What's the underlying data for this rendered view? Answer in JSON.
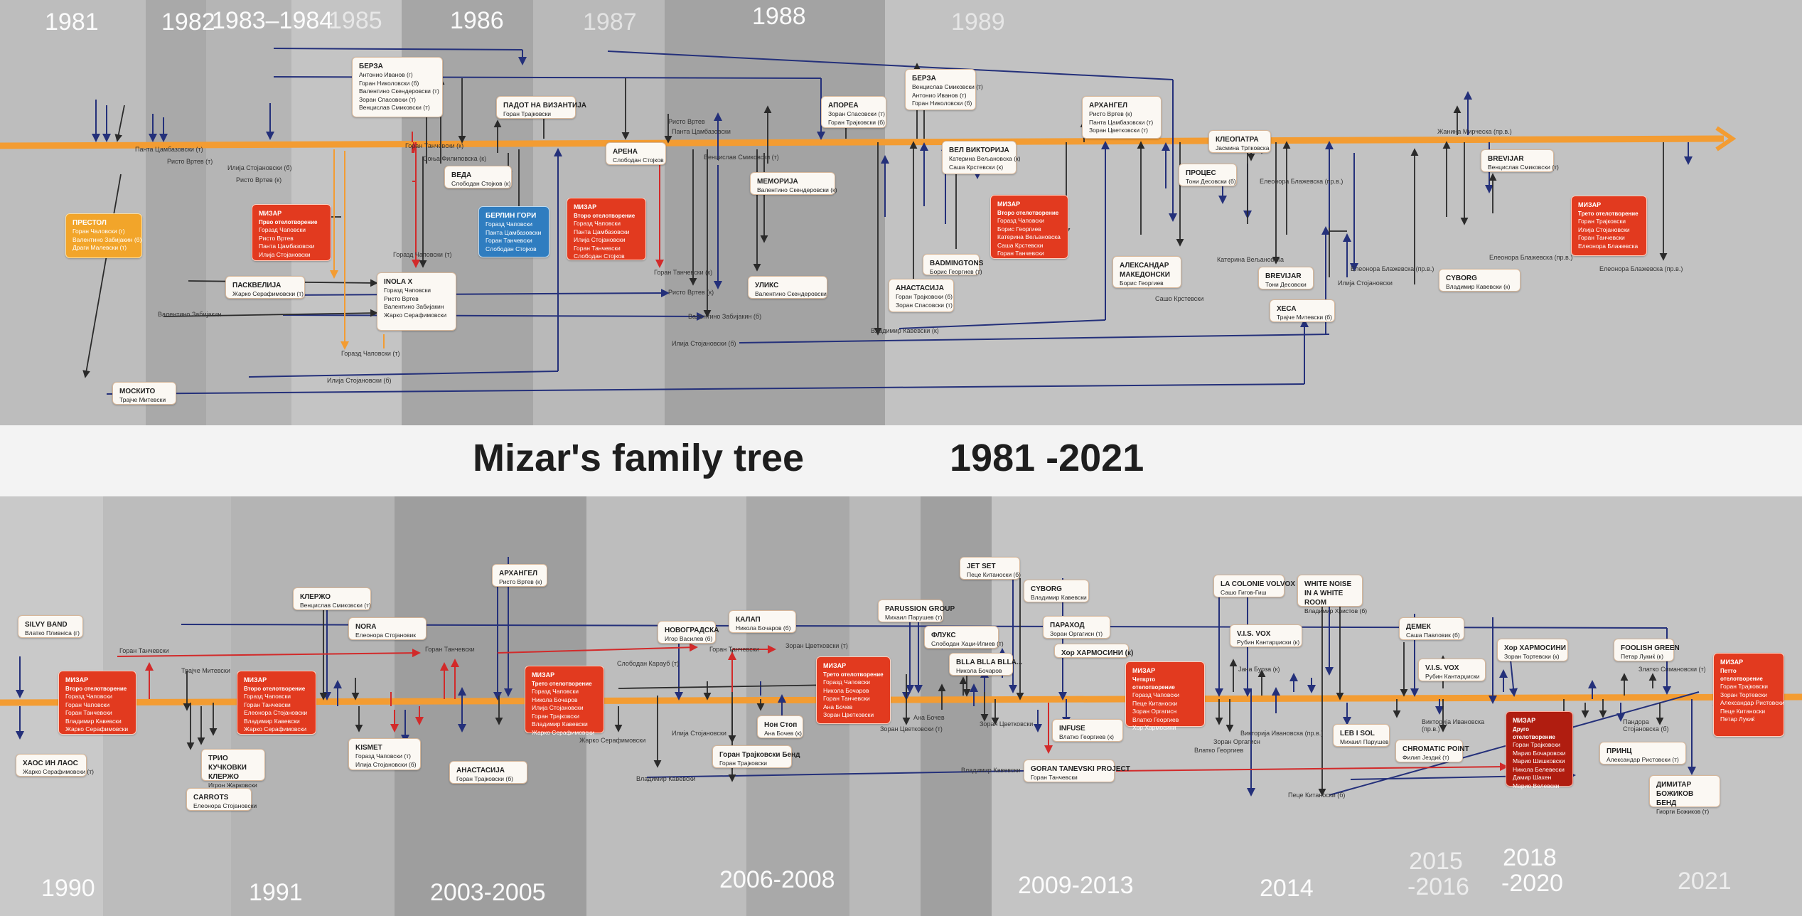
{
  "title": "Mizar's family tree",
  "years_range": "1981 -2021",
  "colors": {
    "timeline": "#f39c32",
    "red": "#e23a1f",
    "orange": "#f2a52a",
    "blue": "#2f7dc0",
    "line_dark": "#2a2a2a",
    "line_navy": "#24307a",
    "line_red": "#d22a2a"
  },
  "top": {
    "years": [
      "1981",
      "1982",
      "1983–1984",
      "1985",
      "1986",
      "1987",
      "1988",
      "1989"
    ],
    "boxes": [
      {
        "title": "ПРЕСТОЛ",
        "members": [
          "Горан Чаловски (г)",
          "Валентино Забијакин (б)",
          "Драги Малевски (т)"
        ],
        "kind": "orange"
      },
      {
        "title": "МИЗАР",
        "subtitle": "Прво отелотворение",
        "members": [
          "Горазд Чаповски",
          "Ристо Вртев",
          "Панта Цамбазовски",
          "Илија Стојановски"
        ],
        "kind": "red"
      },
      {
        "title": "БЕРЗА",
        "members": [
          "Антонио Иванов (г)",
          "Горан Николовски (б)",
          "Валентино Скендеровски (т)",
          "Зоран Спасовски (т)",
          "Венцислав Смиковски (т)"
        ],
        "kind": "white"
      },
      {
        "title": "ВЕДА",
        "members": [
          "Слободан Стојков (к)"
        ],
        "kind": "white"
      },
      {
        "title": "ПАСКВЕЛИЈА",
        "members": [
          "Жарко Серафимовски (т)"
        ],
        "kind": "white"
      },
      {
        "title": "INOLA X",
        "members": [
          "Горазд Чаповски",
          "Ристо Вртев",
          "Валентино Забијакин",
          "Жарко Серафимовски"
        ],
        "kind": "white"
      },
      {
        "title": "БЕРЛИН ГОРИ",
        "members": [
          "Горазд Чаповски",
          "Панта Цамбазовски",
          "Горан Танчевски",
          "Слободан Стојков"
        ],
        "kind": "blue"
      },
      {
        "title": "ПАДОТ НА ВИЗАНТИЈА",
        "members": [
          "Горан Трајковски"
        ],
        "kind": "white"
      },
      {
        "title": "МИЗАР",
        "subtitle": "Второ отелотворение",
        "members": [
          "Горазд Чаповски",
          "Панта Цамбазовски",
          "Илија Стојановски",
          "Горан Танчевски",
          "Слободан Стојков"
        ],
        "kind": "red"
      },
      {
        "title": "АРЕНА",
        "members": [
          "Слободан Стојков"
        ],
        "kind": "white"
      },
      {
        "title": "МЕМОРИЈА",
        "members": [
          "Валентино Скендеровски (к)"
        ],
        "kind": "white"
      },
      {
        "title": "УЛИКС",
        "members": [
          "Валентино Скендеровски"
        ],
        "kind": "white"
      },
      {
        "title": "АПОРЕА",
        "members": [
          "Зоран Спасовски (т)",
          "Горан Трајковски (б)"
        ],
        "kind": "white"
      },
      {
        "title": "БЕРЗА",
        "members": [
          "Венцислав Смиковски (т)",
          "Антонио Иванов (т)",
          "Горан Николовски (б)"
        ],
        "kind": "white"
      },
      {
        "title": "ВЕЛ ВИКТОРИЈА",
        "members": [
          "Катерина Вељановска (к)",
          "Саша Крстевски (к)"
        ],
        "kind": "white"
      },
      {
        "title": "BADMINGTONS",
        "members": [
          "Борис Георгиев (т)"
        ],
        "kind": "white"
      },
      {
        "title": "АНАСТАСИЈА",
        "members": [
          "Горан Трајковски (б)",
          "Зоран Спасовски (т)"
        ],
        "kind": "white"
      },
      {
        "title": "МИЗАР",
        "subtitle": "Второ отелотворение",
        "members": [
          "Горазд Чаповски",
          "Борис Георгиев",
          "Катерина Вељановска",
          "Саша Крстевски",
          "Горан Танчевски"
        ],
        "kind": "red"
      },
      {
        "title": "АРХАНГЕЛ",
        "members": [
          "Ристо Вртев (к)",
          "Панта Цамбазовски (т)",
          "Зоран Цветковски (т)"
        ],
        "kind": "white"
      },
      {
        "title": "АЛЕКСАНДАР МАКЕДОНСКИ",
        "members": [
          "Борис Георгиев"
        ],
        "kind": "white"
      },
      {
        "title": "КЛЕОПАТРА",
        "members": [
          "Јасмина Трпковска"
        ],
        "kind": "white"
      },
      {
        "title": "ПРОЦЕС",
        "members": [
          "Тони Десовски (б)"
        ],
        "kind": "white"
      },
      {
        "title": "BREVIJAR",
        "members": [
          "Тони Десовски"
        ],
        "kind": "white"
      },
      {
        "title": "ХЕСА",
        "members": [
          "Трајче Митевски (б)"
        ],
        "kind": "white"
      },
      {
        "title": "BREVIJAR",
        "members": [
          "Венцислав Смиковски (т)"
        ],
        "kind": "white"
      },
      {
        "title": "CYBORG",
        "members": [
          "Владимир Кавевски (к)"
        ],
        "kind": "white"
      },
      {
        "title": "МИЗАР",
        "subtitle": "Трето отелотворение",
        "members": [
          "Горан Трајковски",
          "Илија Стојановски",
          "Горан Танчевски",
          "Елеонора Блажевска"
        ],
        "kind": "red"
      },
      {
        "title": "МОСКИТО",
        "members": [
          "Трајче Митевски"
        ],
        "kind": "white"
      }
    ],
    "labels": [
      "Панта Цамбазовски (т)",
      "Ристо Вртев (т)",
      "Илија Стојановски (б)",
      "Ристо Вртев (к)",
      "Горан Танчевски (к)",
      "Соња Филиповска (к)",
      "Горазд Чаповски (т)",
      "Валентино Забијакин",
      "Горазд Чаповски (т)",
      "Илија Стојановски (б)",
      "Ристо Вртев",
      "Панта Цамбазовски",
      "Венцислав Смиковски (т)",
      "Горан Танчевски (к)",
      "Ристо Вртев (к)",
      "Валентино Забијакин (б)",
      "Илија Стојановски (б)",
      "Владимир Кавевски (к)",
      "Сашо Крстевски",
      "Катерина Вељановска",
      "Елеонора Блажевска (пр.в.)",
      "Илија Стојановски",
      "Елеонора Блажевска (пр.в.)",
      "Жанина Мирческа (пр.в.)",
      "Елеонора Блажевска (пр.в.)",
      "Елеонора Блажевска (пр.в.)"
    ]
  },
  "bottom": {
    "years": [
      "1990",
      "1991",
      "2003-2005",
      "2006-2008",
      "2009-2013",
      "2014",
      "2015 -2016",
      "2018 -2020",
      "2021"
    ],
    "boxes": [
      {
        "title": "SILVY BAND",
        "members": [
          "Влатко Пливнica (г)"
        ],
        "kind": "white"
      },
      {
        "title": "ХАОС ИН ЛАОС",
        "members": [
          "Жарко Серафимовски (т)"
        ],
        "kind": "white"
      },
      {
        "title": "МИЗАР",
        "subtitle": "Второ отелотворение",
        "members": [
          "Горазд Чаповски",
          "Горан Чаповски",
          "Горан Танчевски",
          "Владимир Кавевски",
          "Жарко Серафимовски"
        ],
        "kind": "red"
      },
      {
        "title": "CARROTS",
        "members": [
          "Елеонора Стојановски"
        ],
        "kind": "white"
      },
      {
        "title": "ТРИО КУЧКОВКИ КЛЕРЖО",
        "members": [
          "Игрон Жарковски"
        ],
        "kind": "white"
      },
      {
        "title": "МИЗАР",
        "subtitle": "Второ отелотворение",
        "members": [
          "Горазд Чаповски",
          "Горан Танчевски",
          "Елеонора Стојановски",
          "Владимир Кавевски",
          "Жарко Серафимовски"
        ],
        "kind": "red"
      },
      {
        "title": "КЛЕРЖО",
        "members": [
          "Венцислав Смиковски (т)"
        ],
        "kind": "white"
      },
      {
        "title": "NORA",
        "members": [
          "Елеонора Стојановик"
        ],
        "kind": "white"
      },
      {
        "title": "KISMET",
        "members": [
          "Горазд Чаповски (т)",
          "Илија Стојановски (б)"
        ],
        "kind": "white"
      },
      {
        "title": "АРХАНГЕЛ",
        "members": [
          "Ристо Вртев (к)"
        ],
        "kind": "white"
      },
      {
        "title": "АНАСТАСИЈА",
        "members": [
          "Горан Трајковски (б)"
        ],
        "kind": "white"
      },
      {
        "title": "МИЗАР",
        "subtitle": "Трето отелотворение",
        "members": [
          "Горазд Чаповски",
          "Никола Бочаров",
          "Илија Стојановски",
          "Горан Трајковски",
          "Владимир Кавевски",
          "Жарко Серафимовски"
        ],
        "kind": "red"
      },
      {
        "title": "НОВОГРАДСКА",
        "members": [
          "Игор Василев (б)"
        ],
        "kind": "white"
      },
      {
        "title": "КАЛАП",
        "members": [
          "Никола Бочаров (б)"
        ],
        "kind": "white"
      },
      {
        "title": "Нон Стоп",
        "members": [
          "Ана Бочев (к)"
        ],
        "kind": "white"
      },
      {
        "title": "Горан Трајковски Бенд",
        "members": [
          "Горан Трајковски"
        ],
        "kind": "white"
      },
      {
        "title": "МИЗАР",
        "subtitle": "Трето отелотворение",
        "members": [
          "Горазд Чаповски",
          "Никола Бочаров",
          "Горан Танчевски",
          "Ана Бочев",
          "Зоран Цветковски"
        ],
        "kind": "red"
      },
      {
        "title": "PARUSSION GROUP",
        "members": [
          "Михаил Парушев (т)"
        ],
        "kind": "white"
      },
      {
        "title": "ФЛУКС",
        "members": [
          "Слободан Хаџи-Илиев (т)"
        ],
        "kind": "white"
      },
      {
        "title": "BLLA BLLA BLLA...",
        "members": [
          "Никола Бочаров"
        ],
        "kind": "white"
      },
      {
        "title": "JET SET",
        "members": [
          "Пеце Китаноски (б)"
        ],
        "kind": "white"
      },
      {
        "title": "CYBORG",
        "members": [
          "Владимир Кавевски"
        ],
        "kind": "white"
      },
      {
        "title": "ПАРАХОД",
        "members": [
          "Зоран Оргагисн (т)"
        ],
        "kind": "white"
      },
      {
        "title": "Хор ХАРМОСИНИ (к)",
        "members": [],
        "kind": "white"
      },
      {
        "title": "INFUSE",
        "members": [
          "Влатко Георгиев (к)"
        ],
        "kind": "white"
      },
      {
        "title": "GORAN TANEVSKI PROJECT",
        "members": [
          "Горан Танчевски"
        ],
        "kind": "white"
      },
      {
        "title": "МИЗАР",
        "subtitle": "Четврто отелотворение",
        "members": [
          "Горазд Чаповски",
          "Пеце Китаноски",
          "Зоран Оргагисн",
          "Влатко Георгиев",
          "Хор Хармосини"
        ],
        "kind": "red"
      },
      {
        "title": "LA COLONIE VOLVOX",
        "members": [
          "Сашо Гигов-Гиш"
        ],
        "kind": "white"
      },
      {
        "title": "V.I.S. VOX",
        "members": [
          "Рубин Кантарџиски (к)"
        ],
        "kind": "white"
      },
      {
        "title": "WHITE NOISE IN A WHITE ROOM",
        "members": [
          "Владимир Христов (б)"
        ],
        "kind": "white"
      },
      {
        "title": "LEB I SOL",
        "members": [
          "Михаил Парушев"
        ],
        "kind": "white"
      },
      {
        "title": "ДЕМЕК",
        "members": [
          "Саша Павловик (б)"
        ],
        "kind": "white"
      },
      {
        "title": "V.I.S. VOX",
        "members": [
          "Рубин Кантарџиски"
        ],
        "kind": "white"
      },
      {
        "title": "CHROMATIC POINT",
        "members": [
          "Филип Јездиќ (т)"
        ],
        "kind": "white"
      },
      {
        "title": "Хор ХАРМОСИНИ",
        "members": [
          "Зоран Тортевски (к)"
        ],
        "kind": "white"
      },
      {
        "title": "МИЗАР",
        "subtitle": "Друго отелотворение",
        "members": [
          "Горан Трајковски",
          "Марио Бочаровски",
          "Марио Шишковски",
          "Никола Белевески",
          "Дамир Шахен",
          "Марио Велевски"
        ],
        "kind": "dark"
      },
      {
        "title": "FOOLISH GREEN",
        "members": [
          "Петар Лукиќ (к)"
        ],
        "kind": "white"
      },
      {
        "title": "ПРИНЦ",
        "members": [
          "Александар Ристовски (т)"
        ],
        "kind": "white"
      },
      {
        "title": "ДИМИТАР БОЖИКОВ БЕНД",
        "members": [
          "Гиорги Божиков (т)"
        ],
        "kind": "white"
      },
      {
        "title": "МИЗАР",
        "subtitle": "Петто отелотворение",
        "members": [
          "Горан Трајковски",
          "Зоран Тортевски",
          "Александар Ристовски",
          "Пеце Китаноски",
          "Петар Лукиќ"
        ],
        "kind": "red"
      }
    ],
    "labels": [
      "Горан Танчевски",
      "Трајче Митевски",
      "Горан Танчевски",
      "Слободан Карауб (т)",
      "Илија Стојановски",
      "Жарко Серафимовски",
      "Горан Танчевски",
      "Зоран Цветковски (т)",
      "Владимир Кавевски",
      "Ана Бочев",
      "Зоран Цветковски (т)",
      "Зоран Цветковски",
      "Владимир Кавевски",
      "Влатко Георгиев",
      "Зоран Оргагисн",
      "Викторија Ивановска (пр.в.)",
      "Јана Бурза (к)",
      "Пеце Китаноски (б)",
      "Викторија Ивановска (пр.в.)",
      "Златко Симановски (т)",
      "Пандора Стојановска (б)"
    ]
  }
}
